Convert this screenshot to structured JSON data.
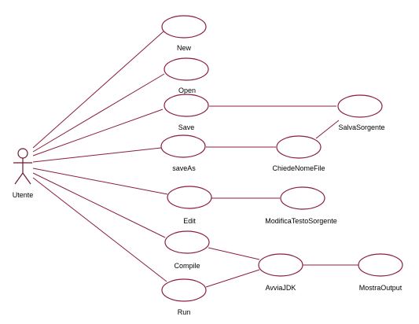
{
  "actor": {
    "name": "Utente"
  },
  "use_cases": {
    "new": "New",
    "open": "Open",
    "save": "Save",
    "saveas": "saveAs",
    "edit": "Edit",
    "compile": "Compile",
    "run": "Run",
    "salva_sorgente": "SalvaSorgente",
    "chiede_nome_file": "ChiedeNomeFile",
    "modifica_testo_sorgente": "ModificaTestoSorgente",
    "avvia_jdk": "AvviaJDK",
    "mostra_output": "MostraOutput"
  },
  "colors": {
    "line": "#8a1f3c",
    "background": "#ffffff",
    "text": "#000000"
  }
}
